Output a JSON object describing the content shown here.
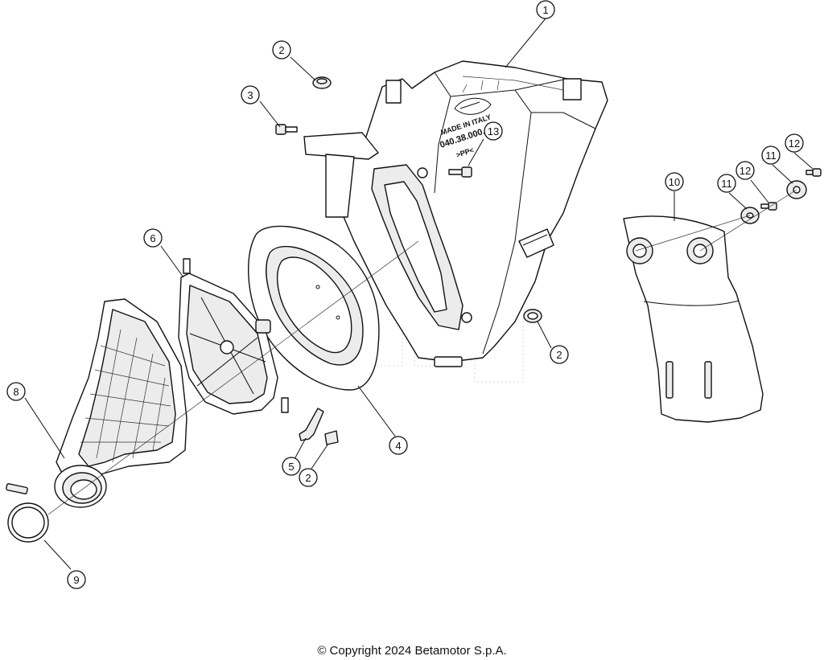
{
  "copyright": "© Copyright 2024 Betamotor S.p.A.",
  "part_markings": {
    "line1": "MADE IN ITALY",
    "line2": "040.38.000.00",
    "line3": ">PP<"
  },
  "callouts": [
    {
      "id": "callout-1",
      "label": "1"
    },
    {
      "id": "callout-2a",
      "label": "2"
    },
    {
      "id": "callout-3",
      "label": "3"
    },
    {
      "id": "callout-13",
      "label": "13"
    },
    {
      "id": "callout-10",
      "label": "10"
    },
    {
      "id": "callout-11a",
      "label": "11"
    },
    {
      "id": "callout-12a",
      "label": "12"
    },
    {
      "id": "callout-11b",
      "label": "11"
    },
    {
      "id": "callout-12b",
      "label": "12"
    },
    {
      "id": "callout-6",
      "label": "6"
    },
    {
      "id": "callout-2b",
      "label": "2"
    },
    {
      "id": "callout-8",
      "label": "8"
    },
    {
      "id": "callout-4",
      "label": "4"
    },
    {
      "id": "callout-5",
      "label": "5"
    },
    {
      "id": "callout-2c",
      "label": "2"
    },
    {
      "id": "callout-9",
      "label": "9"
    }
  ]
}
